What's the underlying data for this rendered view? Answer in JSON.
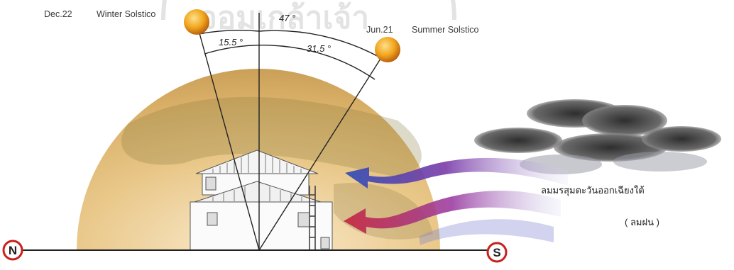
{
  "watermark": "จอมเกล้าเจ้า",
  "winter": {
    "date": "Dec.22",
    "name": "Winter Solstico"
  },
  "summer": {
    "date": "Jun.21",
    "name": "Summer Solstico"
  },
  "angles": {
    "total": "47 °",
    "winter": "15.5 °",
    "summer": "31.5 °"
  },
  "wind": {
    "label": "ลมมรสุมตะวันออกเฉียงใต้",
    "sublabel": "( ลมฝน )"
  },
  "compass": {
    "north": "N",
    "south": "S"
  },
  "colors": {
    "sun": "#f0a018",
    "sky_dome": "#e8c98a",
    "wind_blue": "#3a55b8",
    "wind_red": "#c02848",
    "cloud": "#4a4a4a"
  }
}
